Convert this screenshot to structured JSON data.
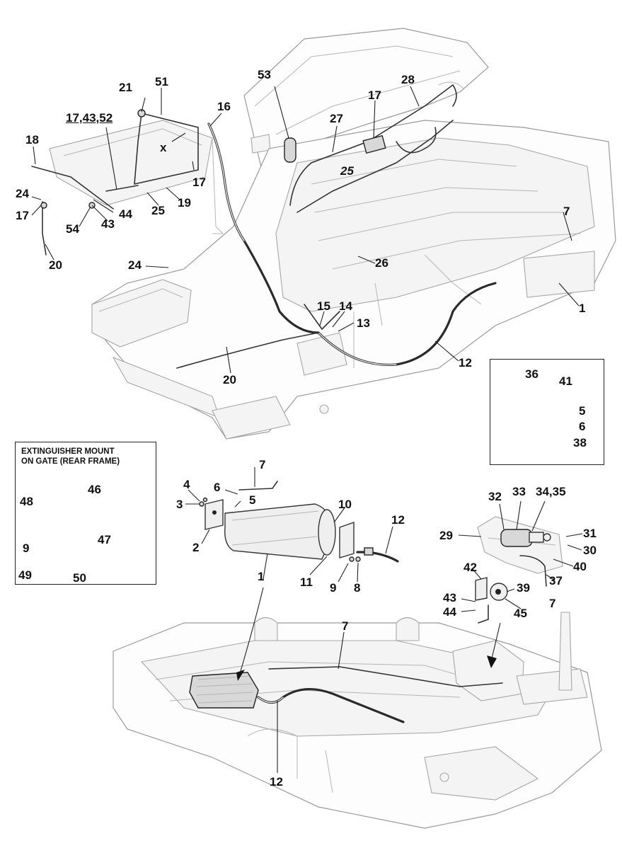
{
  "callouts": {
    "c53": "53",
    "c28": "28",
    "c17_top": "17",
    "c27": "27",
    "c25_mid": "25",
    "c21": "21",
    "c51": "51",
    "c16": "16",
    "c17_43_52": "17,43,52",
    "cx": "x",
    "c18": "18",
    "c24_left": "24",
    "c17_left": "17",
    "c54": "54",
    "c43_left": "43",
    "c44_left": "44",
    "c25_left": "25",
    "c19": "19",
    "c17_right": "17",
    "c20_left": "20",
    "c7_top": "7",
    "c24_mid": "24",
    "c26": "26",
    "c1_top": "1",
    "c15": "15",
    "c14": "14",
    "c13": "13",
    "c12_top": "12",
    "c20_mid": "20",
    "c36": "36",
    "c41": "41",
    "c5_inset": "5",
    "c6_inset": "6",
    "c38": "38",
    "c7_mid": "7",
    "c4": "4",
    "c6_mid": "6",
    "c5_mid": "5",
    "c3": "3",
    "c2": "2",
    "c10": "10",
    "c12_mid": "12",
    "c1_mid": "1",
    "c11": "11",
    "c9_mid": "9",
    "c8": "8",
    "c32": "32",
    "c33": "33",
    "c34_35": "34,35",
    "c29": "29",
    "c31": "31",
    "c30": "30",
    "c40": "40",
    "c37": "37",
    "c7_right": "7",
    "c42": "42",
    "c39": "39",
    "c43_right": "43",
    "c44_right": "44",
    "c45": "45",
    "c46": "46",
    "c48": "48",
    "c47": "47",
    "c9_inset": "9",
    "c49": "49",
    "c50": "50",
    "c7_bottom": "7",
    "c12_bottom": "12"
  },
  "inset_mount": {
    "title_line1": "EXTINGUISHER MOUNT",
    "title_line2": "ON GATE (REAR FRAME)"
  }
}
